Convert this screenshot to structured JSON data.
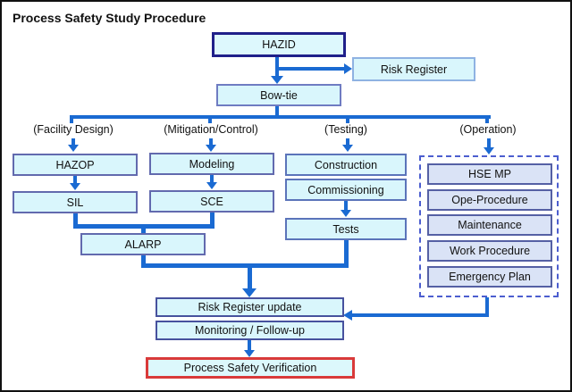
{
  "title": "Process Safety Study Procedure",
  "nodes": {
    "hazid": "HAZID",
    "risk_register": "Risk Register",
    "bowtie": "Bow-tie",
    "hazop": "HAZOP",
    "sil": "SIL",
    "modeling": "Modeling",
    "sce": "SCE",
    "alarp": "ALARP",
    "construction": "Construction",
    "commissioning": "Commissioning",
    "tests": "Tests",
    "operation_items": [
      "HSE MP",
      "Ope-Procedure",
      "Maintenance",
      "Work Procedure",
      "Emergency Plan"
    ],
    "risk_register_update": "Risk Register update",
    "monitoring_follow_up": "Monitoring / Follow-up",
    "process_safety_verification": "Process Safety Verification"
  },
  "column_labels": {
    "facility_design": "(Facility Design)",
    "mitigation_control": "(Mitigation/Control)",
    "testing": "(Testing)",
    "operation": "(Operation)"
  },
  "colors": {
    "arrow_blue": "#1a6ad2",
    "box_fill_cyan": "#d9f6fc",
    "operation_fill": "#dae3f6",
    "hazid_border": "#20208a",
    "verification_border": "#d93a3a",
    "dashed_container_border": "#4c5ecf",
    "frame_border": "#111111"
  }
}
